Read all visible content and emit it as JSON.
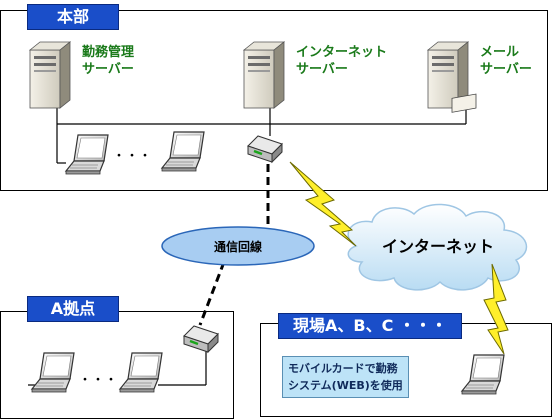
{
  "hq": {
    "title": "本部",
    "attendance_server": "勤務管理\nサーバー",
    "internet_server": "インターネット\nサーバー",
    "mail_server": "メール\nサーバー",
    "ellipsis": "・・・"
  },
  "network": {
    "line_label": "通信回線",
    "internet_label": "インターネット"
  },
  "branch_a": {
    "title": "A拠点",
    "ellipsis": "・・・"
  },
  "site": {
    "title": "現場A、B、C ・・・",
    "note": "モバイルカードで勤務\nシステム(WEB)を使用"
  },
  "colors": {
    "tag_blue": "#1a4ec9",
    "label_green": "#1a7a1a",
    "note_bg": "#bde3f7",
    "oval_fill": "#a8cdf2",
    "bolt_yellow": "#ffef2a"
  },
  "icons": [
    "server-icon",
    "laptop-icon",
    "router-icon",
    "cloud-icon",
    "lightning-icon"
  ]
}
